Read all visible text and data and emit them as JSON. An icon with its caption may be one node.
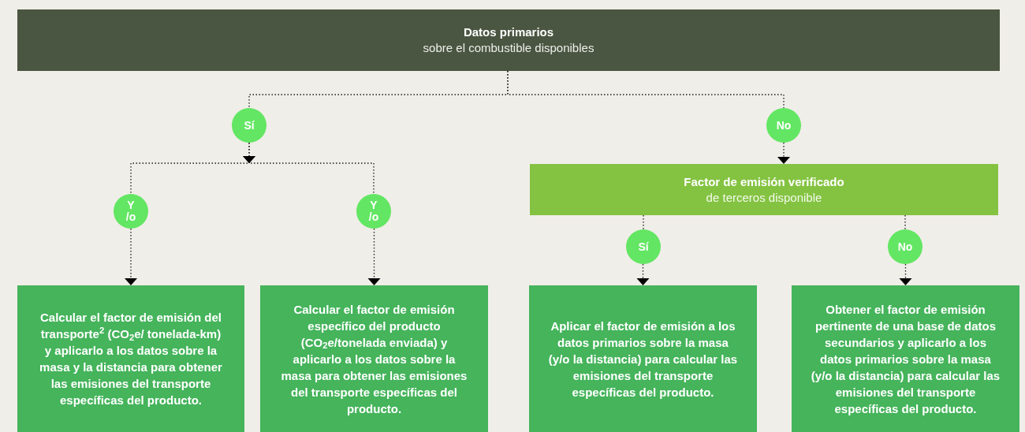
{
  "diagram": {
    "nodes": [
      {
        "text": [
          "Datos primarios",
          "sobre el combustible disponibles"
        ]
      },
      {
        "text": [
          "Sí"
        ]
      },
      {
        "text": [
          "No"
        ]
      },
      {
        "text": [
          "Y /o"
        ]
      },
      {
        "text": [
          "Y /o"
        ]
      },
      {
        "text": [
          "Factor de emisión verificado",
          "de terceros disponible"
        ]
      },
      {
        "text": [
          "Sí"
        ]
      },
      {
        "text": [
          "No"
        ]
      },
      {
        "text": [
          "Calcular el factor de emisión del transporte$^{2}$ (CO$_{2}$e/ tonelada-km) y aplicarlo a los datos sobre la masa y la distancia para obtener las emisiones del transporte específicas del producto."
        ]
      },
      {
        "text": [
          "Calcular el factor de emisión específico del producto (CO$_{2}$e/tonelada enviada) y aplicarlo a los datos sobre la masa para obtener las emisiones del transporte específicas del producto."
        ]
      },
      {
        "text": [
          "Aplicar el factor de emisión a los datos primarios sobre la masa (y/o la distancia) para calcular las emisiones del transporte específicas del producto."
        ]
      },
      {
        "text": [
          "Obtener el factor de emisión pertinente de una base de datos secundarios y aplicarlo a los datos primarios sobre la masa (y/o la distancia) para calcular las emisiones del transporte específicas del producto."
        ]
      }
    ],
    "edges": [
      {
        "from": 0,
        "to": 1,
        "arrow": "none"
      },
      {
        "from": 0,
        "to": 2,
        "arrow": "none"
      },
      {
        "from": 1,
        "to": 3,
        "arrow": "to"
      },
      {
        "from": 1,
        "to": 4,
        "arrow": "to"
      },
      {
        "from": 3,
        "to": 8,
        "arrow": "to"
      },
      {
        "from": 4,
        "to": 9,
        "arrow": "to"
      },
      {
        "from": 2,
        "to": 5,
        "arrow": "to"
      },
      {
        "from": 5,
        "to": 6,
        "arrow": "none"
      },
      {
        "from": 5,
        "to": 7,
        "arrow": "none"
      },
      {
        "from": 6,
        "to": 10,
        "arrow": "to"
      },
      {
        "from": 7,
        "to": 11,
        "arrow": "to"
      }
    ]
  }
}
